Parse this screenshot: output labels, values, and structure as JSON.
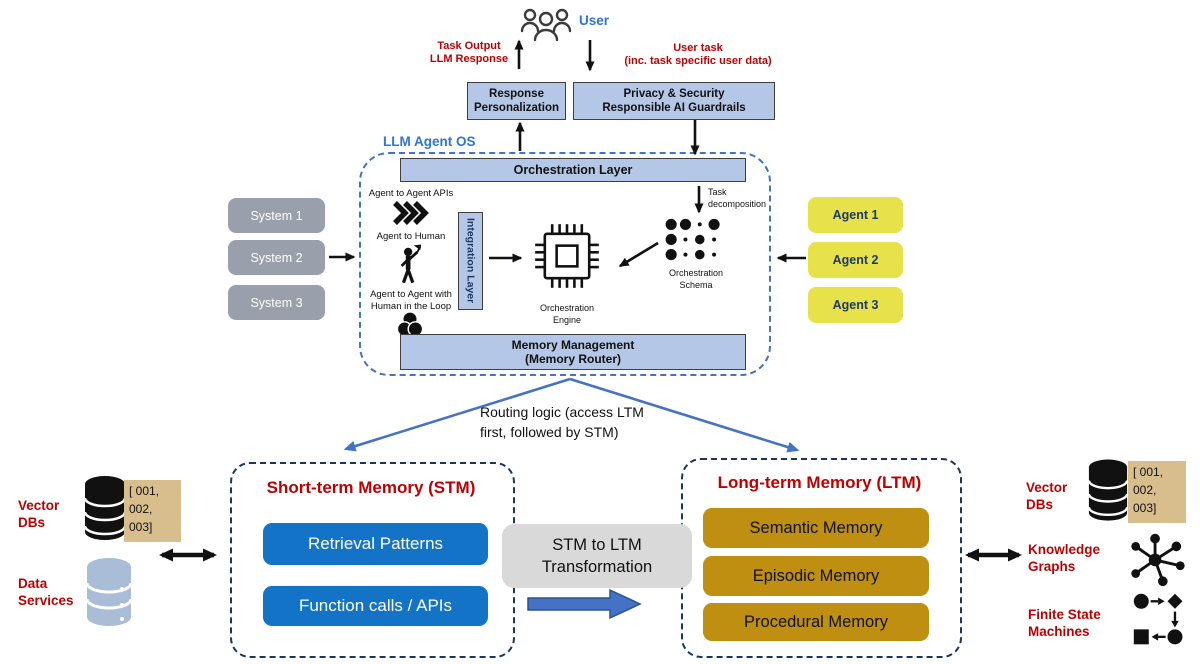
{
  "diagram": {
    "title_context": "LLM Agent OS memory architecture",
    "colors": {
      "accent_red": "#C00000",
      "accent_blue": "#2E74D9",
      "light_blue_box": "#B4C7E7",
      "dashed_blue": "#4472C4",
      "dashed_navy": "#17375E",
      "stm_button_blue": "#1273C7",
      "ltm_button_gold": "#BF8F12",
      "agent_yellow": "#E7E24A",
      "system_gray": "#9AA0AB",
      "transform_gray": "#D9D9D9",
      "note_tan": "#D8BE8C",
      "data_services_blue": "#A9BDD6"
    },
    "icons": {
      "user": "people-icon",
      "agent_to_agent": "triple-chevron-icon",
      "agent_to_human": "person-flag-icon",
      "human_in_loop": "venn-circles-icon",
      "orchestration_engine": "chip-icon",
      "orchestration_schema": "dot-matrix-icon",
      "vector_db": "database-cylinder-icon",
      "data_services": "database-cylinder-icon",
      "knowledge_graphs": "graph-nodes-icon",
      "finite_state_machines": "state-machine-icon",
      "link": "double-arrow-icon"
    },
    "top": {
      "user_label": "User",
      "task_output": "Task Output\nLLM Response",
      "user_task": "User task\n(inc. task specific user data)",
      "response_personalization": "Response\nPersonalization",
      "privacy_guardrails": "Privacy & Security\nResponsible AI Guardrails"
    },
    "agent_os": {
      "label": "LLM Agent OS",
      "orchestration_layer": "Orchestration Layer",
      "agent_to_agent_apis": "Agent to Agent APIs",
      "agent_to_human": "Agent to Human",
      "agent_to_agent_hitl": "Agent to Agent with\nHuman in the Loop",
      "integration_layer": "Integration Layer",
      "orchestration_engine": "Orchestration\nEngine",
      "task_decomposition": "Task\ndecomposition",
      "orchestration_schema": "Orchestration\nSchema",
      "memory_management": "Memory Management\n(Memory Router)"
    },
    "systems": [
      "System 1",
      "System 2",
      "System 3"
    ],
    "agents": [
      "Agent 1",
      "Agent 2",
      "Agent 3"
    ],
    "routing_logic": "Routing logic (access LTM\nfirst, followed by STM)",
    "stm": {
      "title": "Short-term Memory (STM)",
      "items": [
        "Retrieval Patterns",
        "Function calls / APIs"
      ]
    },
    "transform": "STM to LTM\nTransformation",
    "ltm": {
      "title": "Long-term Memory (LTM)",
      "items": [
        "Semantic Memory",
        "Episodic Memory",
        "Procedural Memory"
      ]
    },
    "left_sources": {
      "vector_dbs": "Vector\nDBs",
      "vector_values": "[ 001,\n002,\n003]",
      "data_services": "Data\nServices"
    },
    "right_sources": {
      "vector_dbs": "Vector\nDBs",
      "vector_values": "[ 001,\n002,\n003]",
      "knowledge_graphs": "Knowledge\nGraphs",
      "finite_state_machines": "Finite State\nMachines"
    }
  }
}
